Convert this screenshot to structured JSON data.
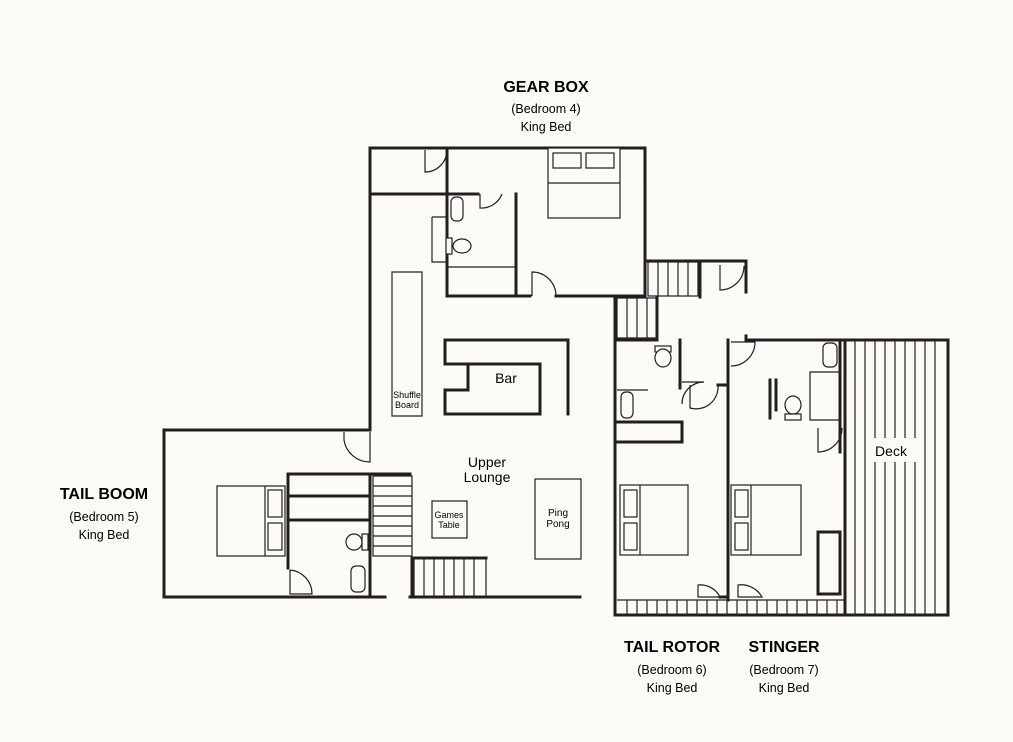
{
  "rooms": {
    "gear_box": {
      "name": "GEAR BOX",
      "bedroom": "(Bedroom 4)",
      "bed": "King Bed"
    },
    "tail_boom": {
      "name": "TAIL BOOM",
      "bedroom": "(Bedroom 5)",
      "bed": "King Bed"
    },
    "tail_rotor": {
      "name": "TAIL ROTOR",
      "bedroom": "(Bedroom 6)",
      "bed": "King Bed"
    },
    "stinger": {
      "name": "STINGER",
      "bedroom": "(Bedroom 7)",
      "bed": "King Bed"
    }
  },
  "areas": {
    "bar": "Bar",
    "upper_lounge_1": "Upper",
    "upper_lounge_2": "Lounge",
    "shuffle_board_1": "Shuffle",
    "shuffle_board_2": "Board",
    "games_table_1": "Games",
    "games_table_2": "Table",
    "ping_pong_1": "Ping",
    "ping_pong_2": "Pong",
    "deck": "Deck"
  }
}
